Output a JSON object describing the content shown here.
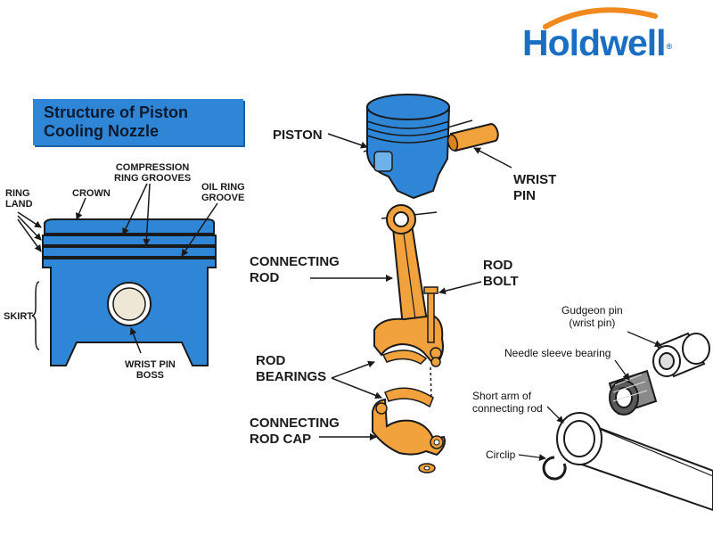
{
  "brand": {
    "name": "Holdwell",
    "mark": "®",
    "arc_color": "#f08a1e",
    "text_color": "#1b6fc2"
  },
  "title": {
    "line1": "Structure of Piston",
    "line2": "Cooling Nozzle",
    "bg_color": "#2f86d6"
  },
  "colors": {
    "piston_blue": "#2f86d6",
    "rod_orange": "#f2a23c",
    "outline": "#1a1a1a"
  },
  "left_labels": {
    "ring_land": "RING\nLAND",
    "crown": "CROWN",
    "compression_ring_grooves": "COMPRESSION\nRING GROOVES",
    "oil_ring_groove": "OIL RING\nGROOVE",
    "skirt": "SKIRT",
    "wrist_pin_boss": "WRIST PIN\nBOSS"
  },
  "center_labels": {
    "piston": "PISTON",
    "wrist_pin": "WRIST\nPIN",
    "connecting_rod": "CONNECTING\nROD",
    "rod_bolt": "ROD\nBOLT",
    "rod_bearings": "ROD\nBEARINGS",
    "connecting_rod_cap": "CONNECTING\nROD CAP"
  },
  "right_labels": {
    "gudgeon_pin": "Gudgeon pin\n(wrist pin)",
    "needle_sleeve_bearing": "Needle sleeve bearing",
    "short_arm": "Short arm of\nconnecting rod",
    "circlip": "Circlip"
  }
}
